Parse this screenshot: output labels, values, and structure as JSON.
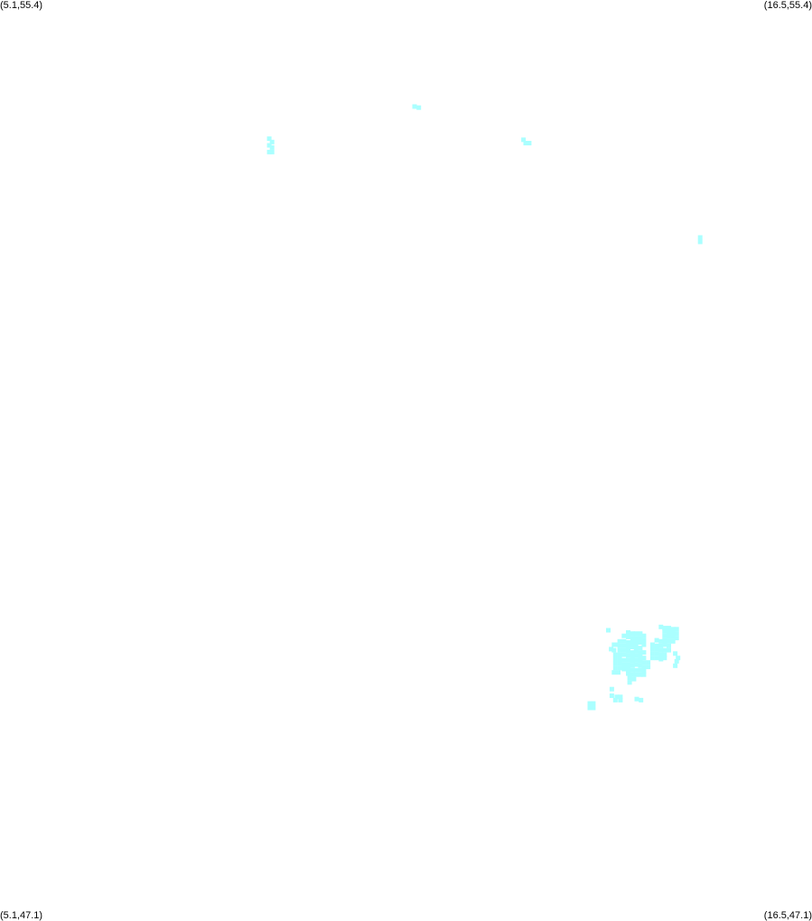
{
  "corner_labels": {
    "top_left": "(5.1,55.4)",
    "top_right": "(16.5,55.4)",
    "bottom_left": "(5.1,47.1)",
    "bottom_right": "(16.5,47.1)"
  },
  "extent": {
    "lon_min": 5.1,
    "lon_max": 16.5,
    "lat_min": 47.1,
    "lat_max": 55.4
  },
  "cell_color": "#aaffff",
  "chart_data": {
    "type": "scatter",
    "x_unit": "longitude",
    "y_unit": "latitude",
    "xlim": [
      5.1,
      16.5
    ],
    "ylim": [
      47.1,
      55.4
    ],
    "points": [
      [
        10.92,
        54.44
      ],
      [
        10.98,
        54.43
      ],
      [
        8.88,
        54.15
      ],
      [
        8.92,
        54.12
      ],
      [
        8.88,
        54.09
      ],
      [
        8.92,
        54.07
      ],
      [
        8.88,
        54.03
      ],
      [
        8.92,
        54.03
      ],
      [
        12.45,
        54.14
      ],
      [
        12.48,
        54.11
      ],
      [
        12.53,
        54.11
      ],
      [
        14.93,
        53.26
      ],
      [
        14.93,
        53.22
      ],
      [
        13.64,
        49.72
      ],
      [
        13.92,
        49.7
      ],
      [
        13.98,
        49.69
      ],
      [
        14.03,
        49.69
      ],
      [
        14.09,
        49.69
      ],
      [
        14.14,
        49.67
      ],
      [
        13.86,
        49.67
      ],
      [
        13.92,
        49.66
      ],
      [
        13.98,
        49.65
      ],
      [
        14.03,
        49.65
      ],
      [
        14.09,
        49.65
      ],
      [
        14.14,
        49.63
      ],
      [
        13.8,
        49.62
      ],
      [
        13.86,
        49.62
      ],
      [
        13.92,
        49.61
      ],
      [
        13.98,
        49.61
      ],
      [
        14.03,
        49.61
      ],
      [
        14.09,
        49.61
      ],
      [
        14.14,
        49.59
      ],
      [
        13.72,
        49.59
      ],
      [
        13.76,
        49.59
      ],
      [
        13.8,
        49.58
      ],
      [
        13.86,
        49.58
      ],
      [
        13.92,
        49.57
      ],
      [
        13.98,
        49.57
      ],
      [
        14.03,
        49.57
      ],
      [
        14.09,
        49.56
      ],
      [
        13.68,
        49.55
      ],
      [
        13.72,
        49.54
      ],
      [
        13.8,
        49.54
      ],
      [
        13.86,
        49.54
      ],
      [
        13.92,
        49.53
      ],
      [
        13.98,
        49.52
      ],
      [
        14.03,
        49.53
      ],
      [
        14.09,
        49.52
      ],
      [
        14.14,
        49.52
      ],
      [
        13.74,
        49.5
      ],
      [
        13.8,
        49.5
      ],
      [
        13.86,
        49.5
      ],
      [
        13.92,
        49.49
      ],
      [
        13.98,
        49.48
      ],
      [
        14.03,
        49.49
      ],
      [
        14.09,
        49.48
      ],
      [
        14.14,
        49.47
      ],
      [
        13.74,
        49.46
      ],
      [
        13.8,
        49.46
      ],
      [
        13.86,
        49.45
      ],
      [
        13.92,
        49.45
      ],
      [
        13.98,
        49.44
      ],
      [
        14.03,
        49.45
      ],
      [
        14.09,
        49.44
      ],
      [
        14.14,
        49.43
      ],
      [
        14.2,
        49.43
      ],
      [
        13.74,
        49.42
      ],
      [
        13.8,
        49.42
      ],
      [
        13.86,
        49.41
      ],
      [
        13.92,
        49.41
      ],
      [
        13.98,
        49.4
      ],
      [
        14.03,
        49.41
      ],
      [
        14.09,
        49.4
      ],
      [
        14.14,
        49.39
      ],
      [
        14.2,
        49.39
      ],
      [
        13.74,
        49.38
      ],
      [
        13.8,
        49.38
      ],
      [
        13.86,
        49.37
      ],
      [
        13.92,
        49.37
      ],
      [
        13.98,
        49.36
      ],
      [
        14.03,
        49.36
      ],
      [
        14.09,
        49.36
      ],
      [
        14.14,
        49.35
      ],
      [
        13.72,
        49.34
      ],
      [
        13.78,
        49.34
      ],
      [
        13.92,
        49.33
      ],
      [
        13.98,
        49.32
      ],
      [
        14.03,
        49.32
      ],
      [
        14.09,
        49.32
      ],
      [
        14.14,
        49.32
      ],
      [
        13.94,
        49.29
      ],
      [
        14.0,
        49.28
      ],
      [
        13.94,
        49.25
      ],
      [
        14.38,
        49.75
      ],
      [
        14.43,
        49.74
      ],
      [
        14.49,
        49.74
      ],
      [
        14.55,
        49.73
      ],
      [
        14.6,
        49.73
      ],
      [
        14.43,
        49.71
      ],
      [
        14.49,
        49.7
      ],
      [
        14.55,
        49.7
      ],
      [
        14.6,
        49.69
      ],
      [
        14.43,
        49.67
      ],
      [
        14.49,
        49.66
      ],
      [
        14.55,
        49.66
      ],
      [
        14.6,
        49.65
      ],
      [
        14.32,
        49.63
      ],
      [
        14.38,
        49.62
      ],
      [
        14.43,
        49.63
      ],
      [
        14.49,
        49.62
      ],
      [
        14.55,
        49.62
      ],
      [
        14.26,
        49.59
      ],
      [
        14.32,
        49.58
      ],
      [
        14.38,
        49.58
      ],
      [
        14.43,
        49.59
      ],
      [
        14.49,
        49.58
      ],
      [
        14.26,
        49.55
      ],
      [
        14.32,
        49.55
      ],
      [
        14.38,
        49.54
      ],
      [
        14.43,
        49.54
      ],
      [
        14.49,
        49.54
      ],
      [
        14.26,
        49.51
      ],
      [
        14.32,
        49.51
      ],
      [
        14.38,
        49.5
      ],
      [
        14.43,
        49.5
      ],
      [
        14.26,
        49.47
      ],
      [
        14.32,
        49.47
      ],
      [
        14.38,
        49.46
      ],
      [
        14.43,
        49.47
      ],
      [
        14.58,
        49.51
      ],
      [
        14.62,
        49.47
      ],
      [
        14.6,
        49.44
      ],
      [
        14.58,
        49.4
      ],
      [
        13.69,
        49.19
      ],
      [
        13.69,
        49.13
      ],
      [
        13.76,
        49.12
      ],
      [
        13.81,
        49.12
      ],
      [
        13.74,
        49.09
      ],
      [
        13.81,
        49.09
      ],
      [
        14.04,
        49.1
      ],
      [
        14.1,
        49.09
      ],
      [
        13.38,
        49.06
      ],
      [
        13.43,
        49.06
      ],
      [
        13.38,
        49.02
      ],
      [
        13.43,
        49.02
      ]
    ]
  }
}
